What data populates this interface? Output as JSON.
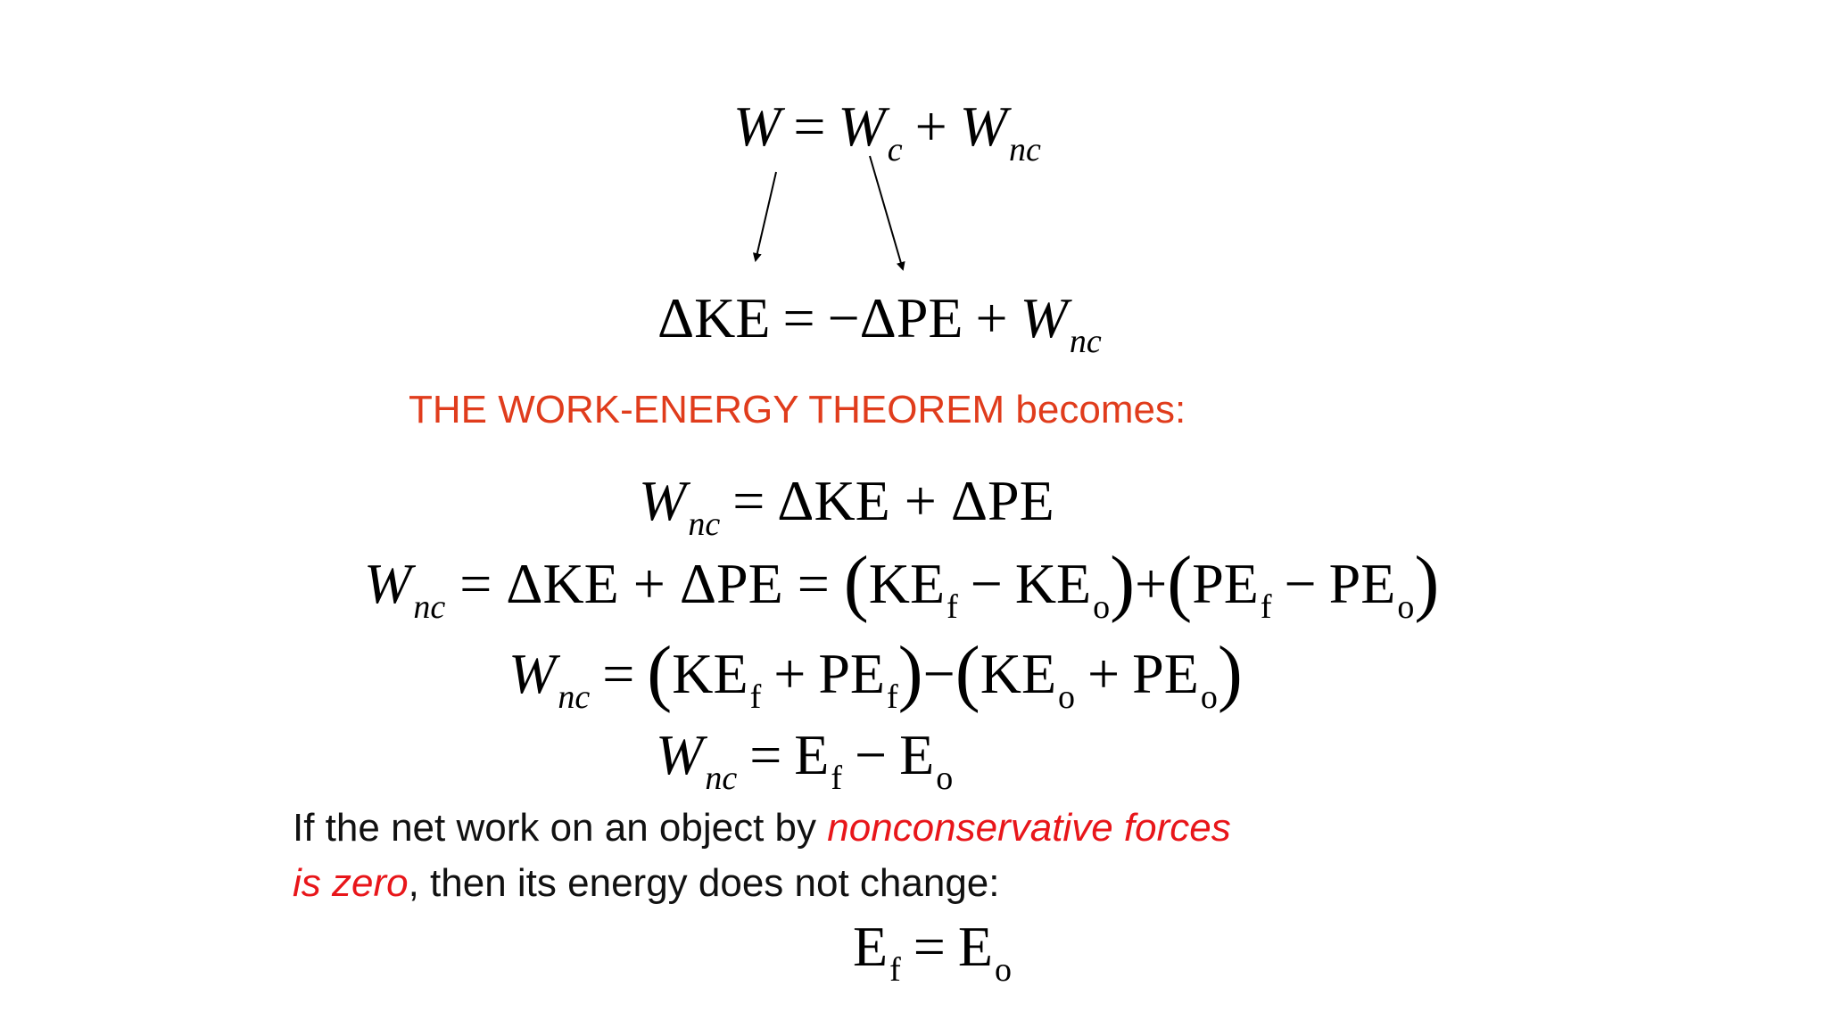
{
  "equations": {
    "eq1": {
      "W": "W",
      "eq": "=",
      "Wc": "W",
      "c": "c",
      "plus": "+",
      "Wnc": "W",
      "nc": "nc"
    },
    "eq2": {
      "dKE": "ΔKE",
      "eq": "=",
      "neg_dPE": "−ΔPE",
      "plus": "+",
      "Wnc": "W",
      "nc": "nc"
    },
    "eq3": {
      "Wnc": "W",
      "nc": "nc",
      "eq": "=",
      "rhs": "ΔKE + ΔPE"
    },
    "eq4": {
      "Wnc": "W",
      "nc": "nc",
      "part1": "= ΔKE + ΔPE =",
      "KE": "KE",
      "f": "f",
      "minus": "−",
      "o": "o",
      "PE": "PE",
      "plus": "+"
    },
    "eq5": {
      "Wnc": "W",
      "nc": "nc",
      "eq": "=",
      "KE": "KE",
      "PE": "PE",
      "f": "f",
      "o": "o",
      "plus": "+",
      "minus": "−"
    },
    "eq6": {
      "Wnc": "W",
      "nc": "nc",
      "eq": "=",
      "E": "E",
      "f": "f",
      "minus": "−",
      "o": "o"
    },
    "eq7": {
      "E": "E",
      "f": "f",
      "eq": "=",
      "o": "o"
    }
  },
  "heading": "THE WORK-ENERGY THEOREM becomes:",
  "paragraph": {
    "part1": "If the net work on an object by ",
    "highlight1": "nonconservative forces",
    "highlight2": "is zero",
    "part2": ", then its energy does not change:"
  },
  "colors": {
    "heading": "#e03c1c",
    "highlight": "#e8161a",
    "text": "#111111"
  }
}
